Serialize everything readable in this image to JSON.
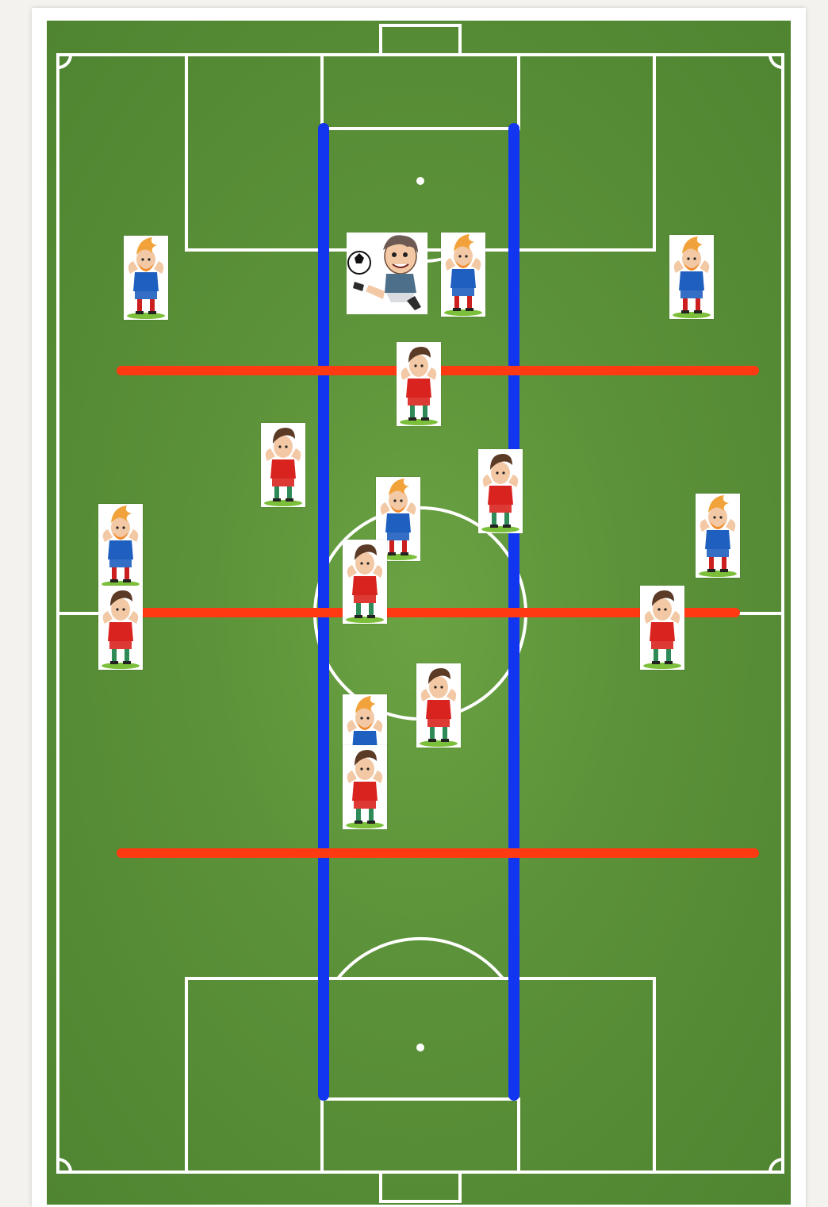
{
  "pitch": {
    "grass_colors": [
      "#6ba343",
      "#4f8431"
    ],
    "line_color": "#ffffff"
  },
  "markers": {
    "vertical_color": "#1236f0",
    "horizontal_color": "#ff3a12"
  },
  "teams": {
    "blue": {
      "shirt": "#1f5fbf",
      "shorts": "#1f5fbf",
      "hair": "#f2a23a",
      "socks": "#cc1f1f"
    },
    "red": {
      "shirt": "#d9231f",
      "shorts": "#d9231f",
      "hair": "#5b3a26",
      "socks": "#2e8b57"
    }
  },
  "icons": {
    "ball_carrier": "kicking-boy-with-ball-icon",
    "blue_player": "blue-team-player-icon",
    "red_player": "red-team-player-icon"
  },
  "players": [
    {
      "team": "blue"
    },
    {
      "team": "blue"
    },
    {
      "team": "blue"
    },
    {
      "team": "red"
    },
    {
      "team": "red"
    },
    {
      "team": "red"
    },
    {
      "team": "blue"
    },
    {
      "team": "blue"
    },
    {
      "team": "blue"
    },
    {
      "team": "red"
    },
    {
      "team": "red"
    },
    {
      "team": "red"
    },
    {
      "team": "red"
    },
    {
      "team": "blue"
    },
    {
      "team": "red"
    }
  ]
}
